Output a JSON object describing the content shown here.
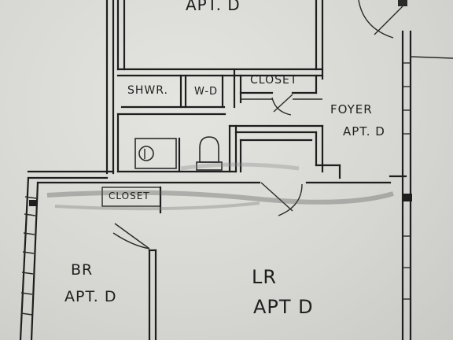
{
  "rooms": {
    "apt_top": "APT. D",
    "shower": "SHWR.",
    "washer_dryer": "W-D",
    "closet_top": "CLOSET",
    "foyer": "FOYER",
    "foyer_apt": "APT. D",
    "closet_small": "CLOSET",
    "bedroom": "BR",
    "bedroom_apt": "APT. D",
    "living_room": "LR",
    "living_room_apt": "APT D"
  }
}
